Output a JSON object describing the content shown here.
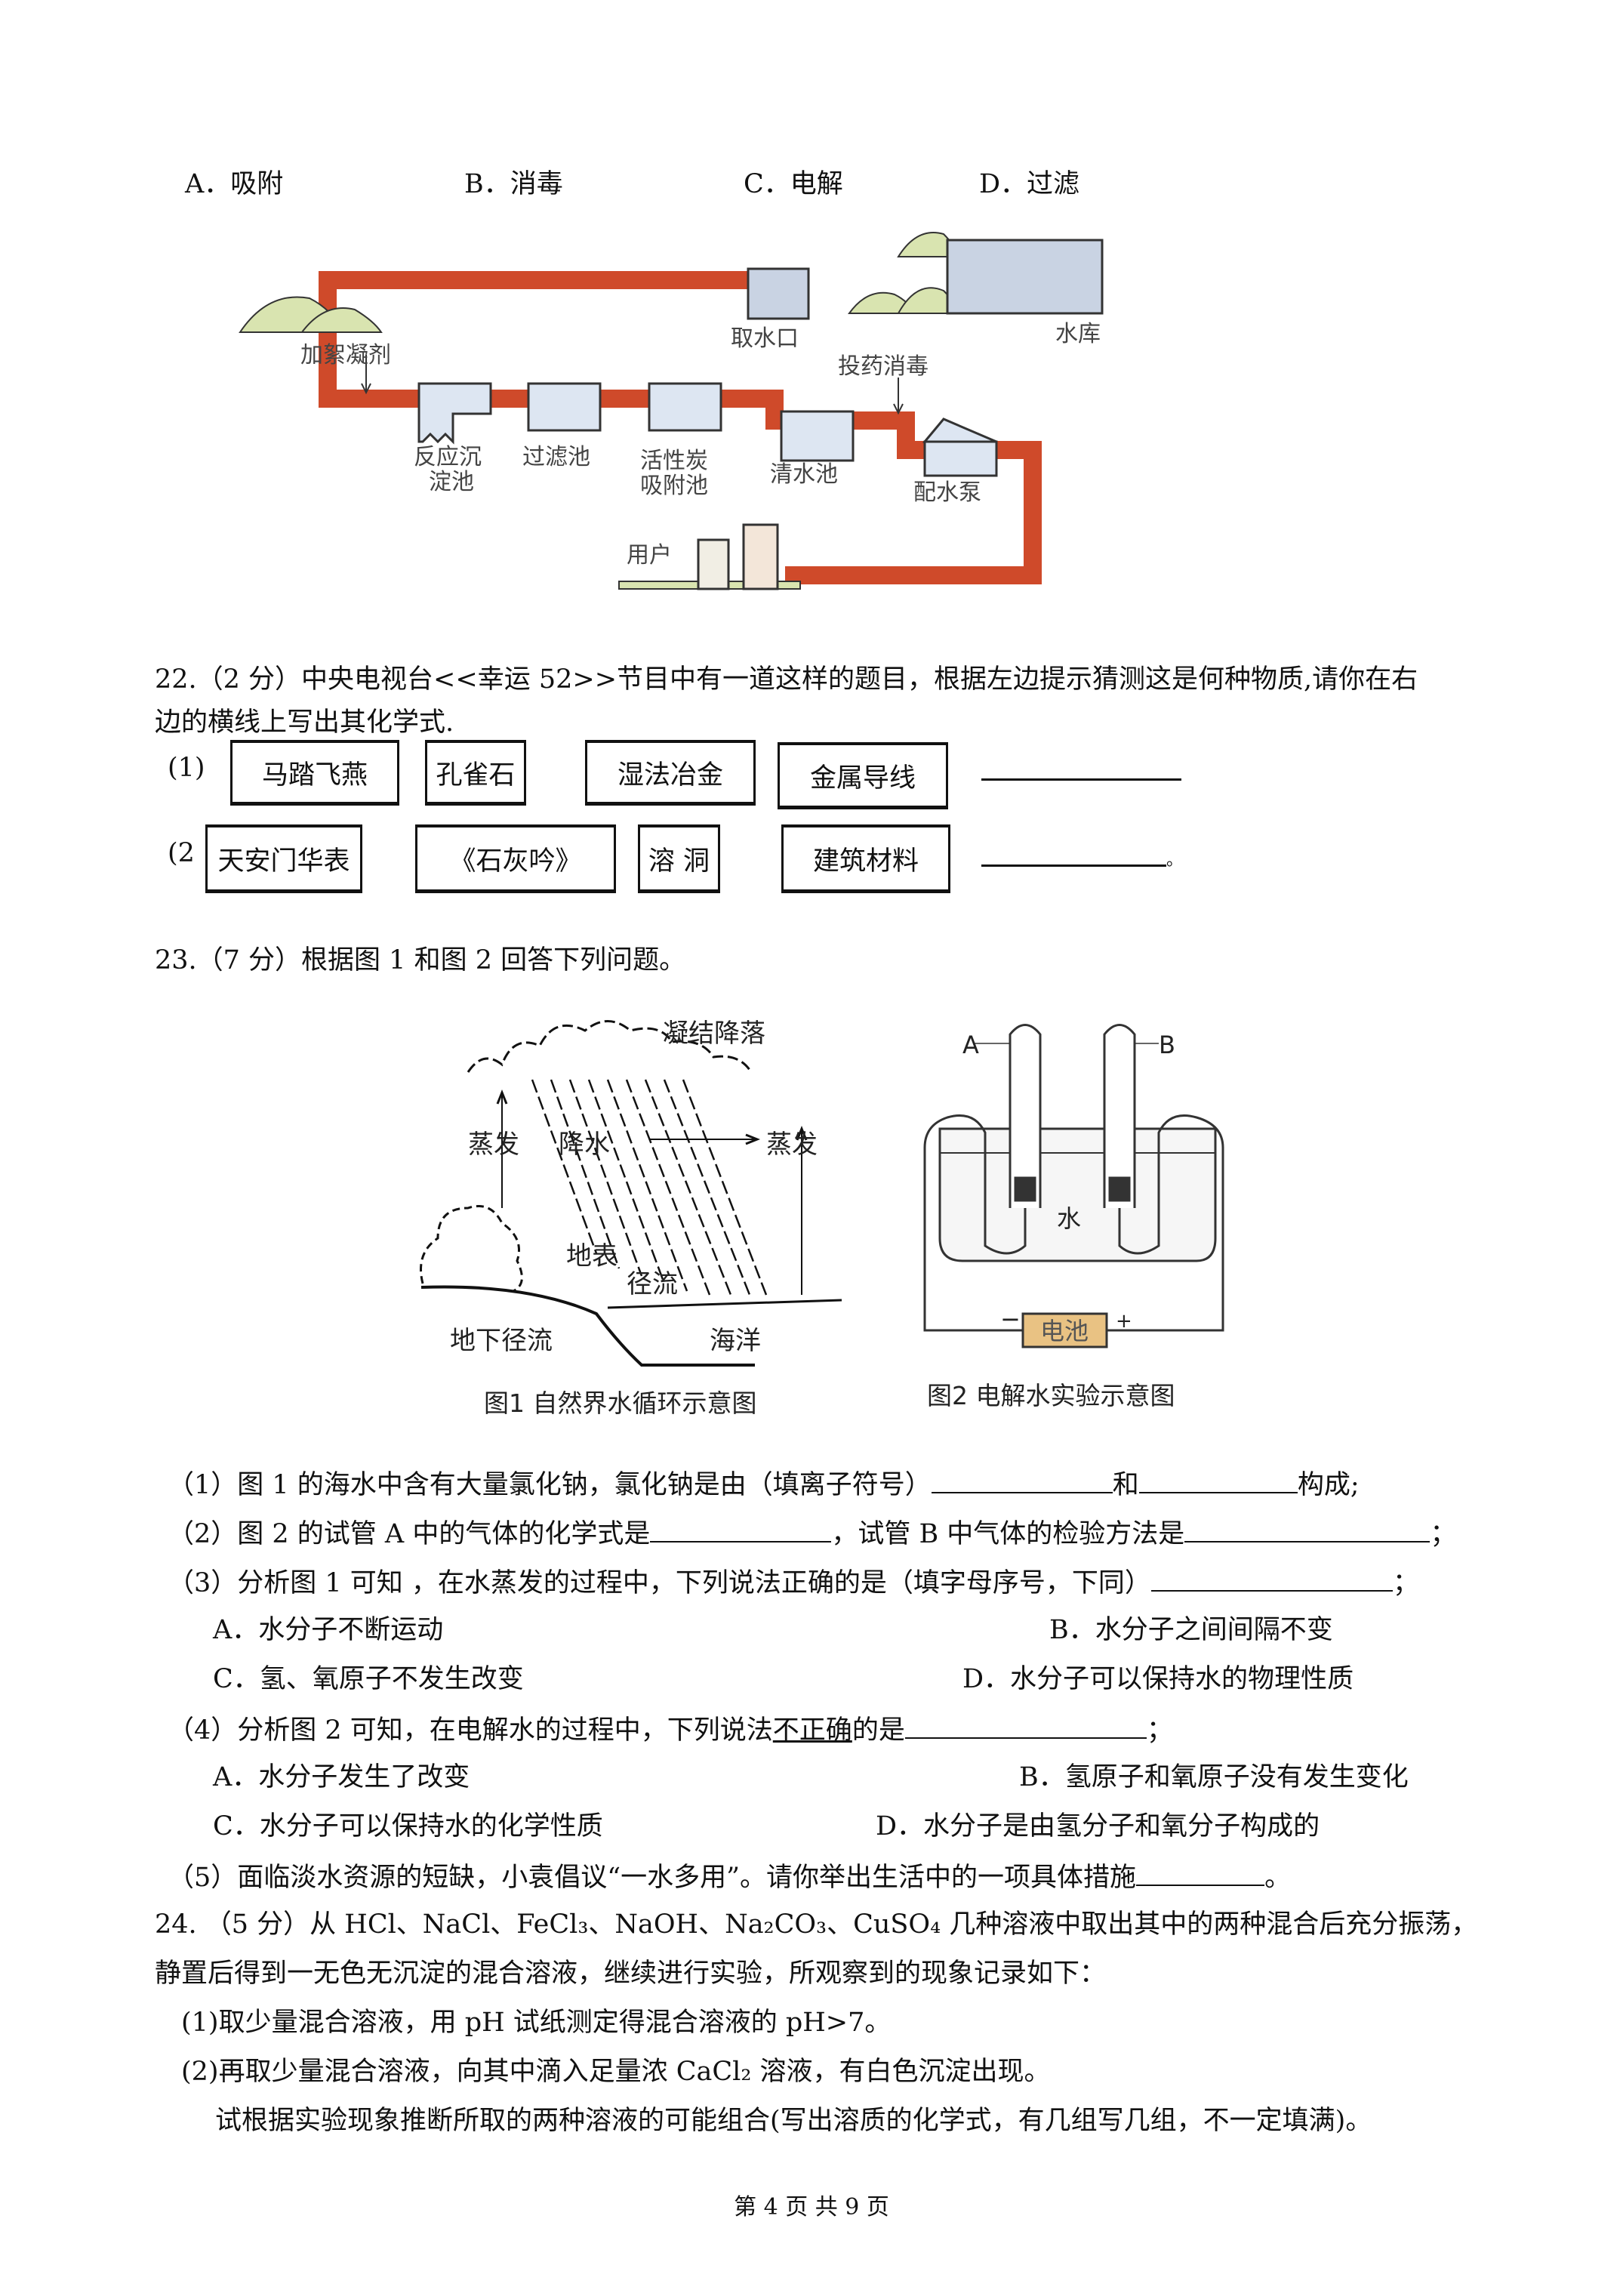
{
  "q21_options": [
    "A．吸附",
    "B．消毒",
    "C．电解",
    "D．过滤"
  ],
  "water_plant": {
    "labels": {
      "flocculant": "加絮凝剂",
      "intake": "取水口",
      "reservoir": "水库",
      "disinfect": "投药消毒",
      "sediment_1": "反应沉",
      "sediment_2": "淀池",
      "filter": "过滤池",
      "carbon_1": "活性炭",
      "carbon_2": "吸附池",
      "clear": "清水池",
      "pump": "配水泵",
      "user": "用户"
    },
    "colors": {
      "pipe": "#cf4a2a",
      "tank": "#dde6f2",
      "hill": "#d9e4b0"
    }
  },
  "q22": {
    "line1": "22.（2 分）中央电视台<<幸运 52>>节目中有一道这样的题目，根据左边提示猜测这是何种物质,请你在右",
    "line2": "边的横线上写出其化学式.",
    "row1_label": "(1)",
    "row1": [
      "马踏飞燕",
      "孔雀石",
      "湿法冶金",
      "金属导线"
    ],
    "row2_label": "(2",
    "row2": [
      "天安门华表",
      "《石灰吟》",
      "溶  洞",
      "建筑材料"
    ],
    "row2_end": "。"
  },
  "q23": {
    "title": "23.（7 分）根据图 1 和图 2 回答下列问题。",
    "fig1": {
      "condense": "凝结降落",
      "evap_left": "蒸发",
      "rain": "降水",
      "evap_right": "蒸发",
      "surface_1": "地表",
      "surface_2": "径流",
      "underground": "地下径流",
      "ocean": "海洋",
      "caption": "图1  自然界水循环示意图"
    },
    "fig2": {
      "tube_a": "A",
      "tube_b": "B",
      "water": "水",
      "battery": "电池",
      "minus": "−",
      "plus": "+",
      "caption": "图2  电解水实验示意图",
      "battery_color": "#e9c283"
    },
    "p1_a": "（1）图 1 的海水中含有大量氯化钠，氯化钠是由（填离子符号）",
    "p1_b": "和",
    "p1_c": "构成;",
    "p2_a": "（2）图 2 的试管 A 中的气体的化学式是",
    "p2_b": "，试管 B 中气体的检验方法是",
    "p2_c": "；",
    "p3": "（3）分析图 1 可知 ，在水蒸发的过程中，下列说法正确的是（填字母序号，下同）",
    "p3_end": "；",
    "p3_opts": [
      "A．水分子不断运动",
      "B．水分子之间间隔不变",
      "C．氢、氧原子不发生改变",
      "D．水分子可以保持水的物理性质"
    ],
    "p4_a": "（4）分析图 2 可知，在电解水的过程中，下列说法",
    "p4_ul": "不正确",
    "p4_b": "的是",
    "p4_end": "；",
    "p4_opts": [
      "A．水分子发生了改变",
      "B．氢原子和氧原子没有发生变化",
      "C．水分子可以保持水的化学性质",
      "D．水分子是由氢分子和氧分子构成的"
    ],
    "p5": "（5）面临淡水资源的短缺，小袁倡议“一水多用”。请你举出生活中的一项具体措施",
    "p5_end": "。"
  },
  "q24": {
    "line1": "24.  （5 分）从 HCl、NaCl、FeCl₃、NaOH、Na₂CO₃、CuSO₄ 几种溶液中取出其中的两种混合后充分振荡，",
    "line2": "静置后得到一无色无沉淀的混合溶液，继续进行实验，所观察到的现象记录如下：",
    "obs1": "(1)取少量混合溶液，用 pH 试纸测定得混合溶液的 pH>7。",
    "obs2": "(2)再取少量混合溶液，向其中滴入足量浓 CaCl₂ 溶液，有白色沉淀出现。",
    "ask": "试根据实验现象推断所取的两种溶液的可能组合(写出溶质的化学式，有几组写几组，不一定填满)。"
  },
  "footer": "第 4 页 共 9 页"
}
